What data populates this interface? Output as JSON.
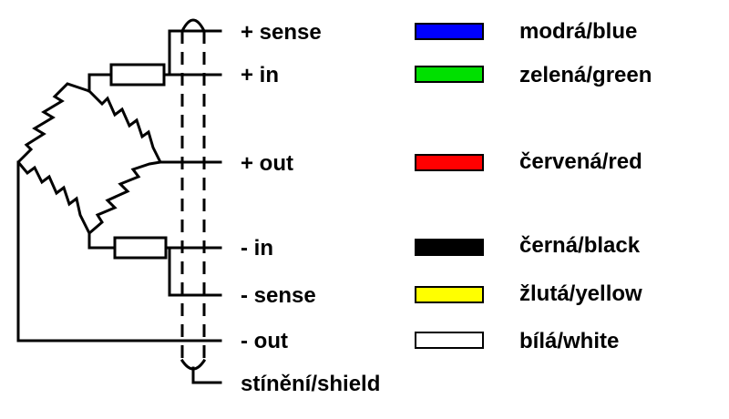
{
  "wires": [
    {
      "terminal": "+ sense",
      "color_name": "modrá/blue",
      "color": "#0000ff"
    },
    {
      "terminal": "+ in",
      "color_name": "zelená/green",
      "color": "#00e000"
    },
    {
      "terminal": "+ out",
      "color_name": "červená/red",
      "color": "#ff0000"
    },
    {
      "terminal": "- in",
      "color_name": "černá/black",
      "color": "#000000"
    },
    {
      "terminal": "- sense",
      "color_name": "žlutá/yellow",
      "color": "#ffff00"
    },
    {
      "terminal": "- out",
      "color_name": "bílá/white",
      "color": "#ffffff"
    }
  ],
  "shield": {
    "label": "stínění/shield"
  }
}
